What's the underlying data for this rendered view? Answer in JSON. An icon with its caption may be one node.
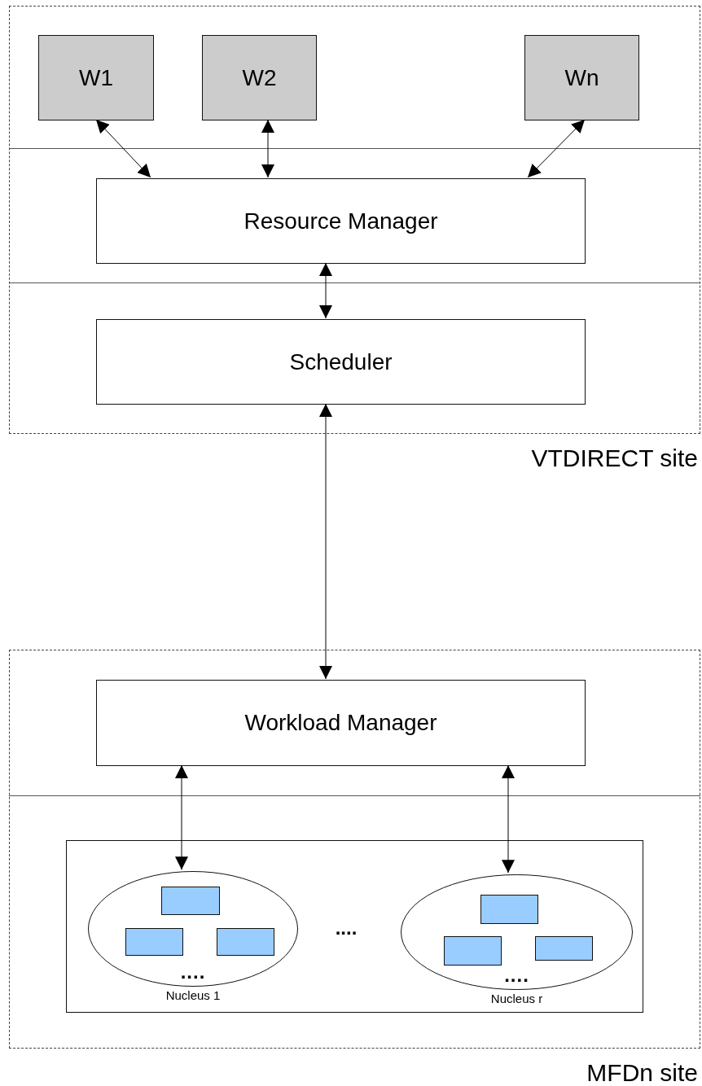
{
  "diagram": {
    "nodes": [
      {
        "text": [
          "VTDIRECT site"
        ]
      },
      {
        "text": [
          "W1"
        ],
        "in": 0
      },
      {
        "text": [
          "W2"
        ],
        "in": 0
      },
      {
        "text": [
          "Wn"
        ],
        "in": 0
      },
      {
        "text": [
          "Resource Manager"
        ],
        "in": 0
      },
      {
        "text": [
          "Scheduler"
        ],
        "in": 0
      },
      {
        "text": [
          "MFDn site"
        ]
      },
      {
        "text": [
          "Workload Manager"
        ],
        "in": 6
      },
      {
        "text": [],
        "shape": "box",
        "in": 6
      },
      {
        "text": [
          "....",
          "Nucleus 1"
        ],
        "in": 8
      },
      {
        "text": [],
        "shape": "box",
        "in": 9
      },
      {
        "text": [],
        "shape": "box",
        "in": 9
      },
      {
        "text": [],
        "shape": "box",
        "in": 9
      },
      {
        "text": [
          "....",
          "Nucleus r"
        ],
        "in": 8
      },
      {
        "text": [],
        "shape": "box",
        "in": 13
      },
      {
        "text": [],
        "shape": "box",
        "in": 13
      },
      {
        "text": [],
        "shape": "box",
        "in": 13
      }
    ],
    "edges": [
      {
        "from": 1,
        "to": 4,
        "arrow": "both"
      },
      {
        "from": 2,
        "to": 4,
        "arrow": "both"
      },
      {
        "from": 3,
        "to": 4,
        "arrow": "both"
      },
      {
        "from": 4,
        "to": 5,
        "arrow": "both"
      },
      {
        "from": 5,
        "to": 7,
        "arrow": "both"
      },
      {
        "from": 7,
        "to": 9,
        "arrow": "both"
      },
      {
        "from": 7,
        "to": 13,
        "arrow": "both"
      }
    ],
    "labels": [
      "...."
    ]
  }
}
